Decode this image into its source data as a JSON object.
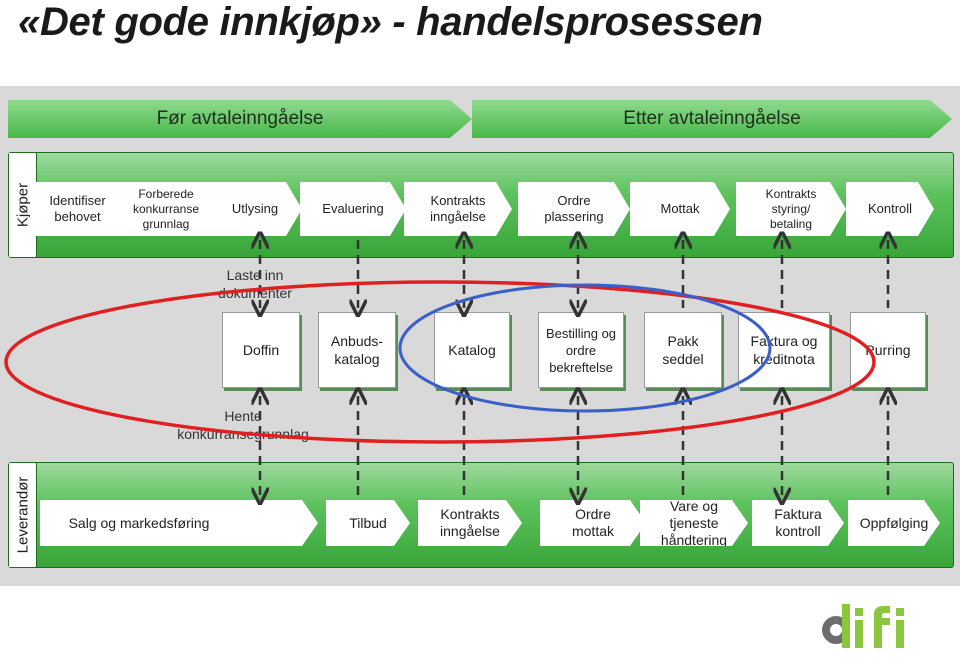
{
  "title": "«Det gode innkjøp» - handelsprosessen",
  "phases": [
    "Før avtaleinngåelse",
    "Etter avtaleinngåelse"
  ],
  "buyer": {
    "label": "Kjøper",
    "steps": [
      [
        "Identifiser",
        "behovet"
      ],
      [
        "Forberede",
        "konkurranse",
        "grunnlag"
      ],
      [
        "Utlysing"
      ],
      [
        "Evaluering"
      ],
      [
        "Kontrakts",
        "inngåelse"
      ],
      [
        "Ordre",
        "plassering"
      ],
      [
        "Mottak"
      ],
      [
        "Kontrakts",
        "styring/",
        "betaling"
      ],
      [
        "Kontroll"
      ]
    ]
  },
  "documents": [
    [
      "Doffin"
    ],
    [
      "Anbuds-",
      "katalog"
    ],
    [
      "Katalog"
    ],
    [
      "Bestilling og",
      "ordre",
      "bekreftelse"
    ],
    [
      "Pakk",
      "seddel"
    ],
    [
      "Faktura og",
      "kreditnota"
    ],
    [
      "Purring"
    ]
  ],
  "notes": {
    "upload": [
      "Laste  inn",
      "dokumenter"
    ],
    "fetch": [
      "Hente",
      "konkurransegrunnlag"
    ]
  },
  "supplier": {
    "label": "Leverandør",
    "steps": [
      [
        "Salg og markedsføring"
      ],
      [
        "Tilbud"
      ],
      [
        "Kontrakts",
        "inngåelse"
      ],
      [
        "Ordre",
        "mottak"
      ],
      [
        "Vare og",
        "tjeneste",
        "håndtering"
      ],
      [
        "Faktura",
        "kontroll"
      ],
      [
        "Oppfølging"
      ]
    ]
  },
  "logo": "difi",
  "colors": {
    "band_green": "#4cb84c",
    "ellipse_red": "#e02020",
    "ellipse_blue": "#3a5fc8",
    "logo_green": "#8cc63f"
  }
}
